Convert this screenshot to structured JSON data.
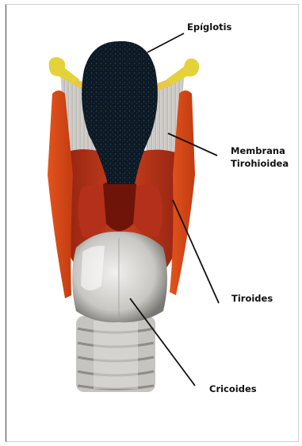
{
  "labels": {
    "epiglottis": "Epíglotis",
    "membrane_line1": "Membrana",
    "membrane_line2": "Tirohioidea",
    "thyroid": "Tiroides",
    "cricoid": "Cricoides"
  }
}
